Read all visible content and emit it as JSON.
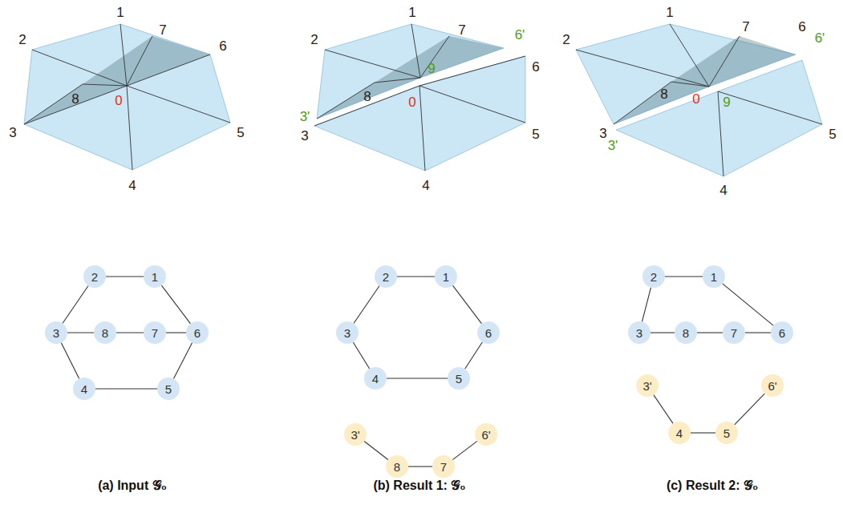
{
  "diagram": {
    "nodes": [
      {
        "text": [
          "2"
        ]
      },
      {
        "text": [
          "1"
        ]
      },
      {
        "text": [
          "3"
        ]
      },
      {
        "text": [
          "8"
        ]
      },
      {
        "text": [
          "7"
        ]
      },
      {
        "text": [
          "6"
        ]
      },
      {
        "text": [
          "4"
        ]
      },
      {
        "text": [
          "5"
        ]
      },
      {
        "text": [
          "2"
        ]
      },
      {
        "text": [
          "1"
        ]
      },
      {
        "text": [
          "3"
        ]
      },
      {
        "text": [
          "6"
        ]
      },
      {
        "text": [
          "4"
        ]
      },
      {
        "text": [
          "5"
        ]
      },
      {
        "text": [
          "3'"
        ]
      },
      {
        "text": [
          "8"
        ]
      },
      {
        "text": [
          "7"
        ]
      },
      {
        "text": [
          "6'"
        ]
      },
      {
        "text": [
          "2"
        ]
      },
      {
        "text": [
          "1"
        ]
      },
      {
        "text": [
          "3"
        ]
      },
      {
        "text": [
          "8"
        ]
      },
      {
        "text": [
          "7"
        ]
      },
      {
        "text": [
          "6"
        ]
      },
      {
        "text": [
          "3'"
        ]
      },
      {
        "text": [
          "4"
        ]
      },
      {
        "text": [
          "5"
        ]
      },
      {
        "text": [
          "6'"
        ]
      }
    ],
    "edges": [
      {
        "from": 0,
        "to": 1,
        "arrow": "none"
      },
      {
        "from": 0,
        "to": 2,
        "arrow": "none"
      },
      {
        "from": 1,
        "to": 5,
        "arrow": "none"
      },
      {
        "from": 2,
        "to": 3,
        "arrow": "none"
      },
      {
        "from": 3,
        "to": 4,
        "arrow": "none"
      },
      {
        "from": 4,
        "to": 5,
        "arrow": "none"
      },
      {
        "from": 2,
        "to": 6,
        "arrow": "none"
      },
      {
        "from": 6,
        "to": 7,
        "arrow": "none"
      },
      {
        "from": 7,
        "to": 5,
        "arrow": "none"
      },
      {
        "from": 8,
        "to": 9,
        "arrow": "none"
      },
      {
        "from": 8,
        "to": 10,
        "arrow": "none"
      },
      {
        "from": 9,
        "to": 11,
        "arrow": "none"
      },
      {
        "from": 10,
        "to": 12,
        "arrow": "none"
      },
      {
        "from": 12,
        "to": 13,
        "arrow": "none"
      },
      {
        "from": 13,
        "to": 11,
        "arrow": "none"
      },
      {
        "from": 14,
        "to": 15,
        "arrow": "none"
      },
      {
        "from": 15,
        "to": 16,
        "arrow": "none"
      },
      {
        "from": 16,
        "to": 17,
        "arrow": "none"
      },
      {
        "from": 18,
        "to": 19,
        "arrow": "none"
      },
      {
        "from": 18,
        "to": 20,
        "arrow": "none"
      },
      {
        "from": 19,
        "to": 23,
        "arrow": "none"
      },
      {
        "from": 20,
        "to": 21,
        "arrow": "none"
      },
      {
        "from": 21,
        "to": 22,
        "arrow": "none"
      },
      {
        "from": 22,
        "to": 23,
        "arrow": "none"
      },
      {
        "from": 24,
        "to": 25,
        "arrow": "none"
      },
      {
        "from": 25,
        "to": 26,
        "arrow": "none"
      },
      {
        "from": 26,
        "to": 27,
        "arrow": "none"
      }
    ],
    "labels": [
      "1",
      "2",
      "7",
      "6",
      "8",
      "0",
      "3",
      "5",
      "4",
      "1",
      "2",
      "7",
      "6'",
      "8",
      "9",
      "0",
      "3'",
      "3",
      "6",
      "4",
      "5",
      "1",
      "7",
      "2",
      "6",
      "6'",
      "8",
      "0",
      "9",
      "3",
      "3'",
      "4",
      "5",
      "(a) Input 𝒢₀",
      "(b) Result 1: 𝒢₀",
      "(c) Result 2: 𝒢₀"
    ]
  }
}
